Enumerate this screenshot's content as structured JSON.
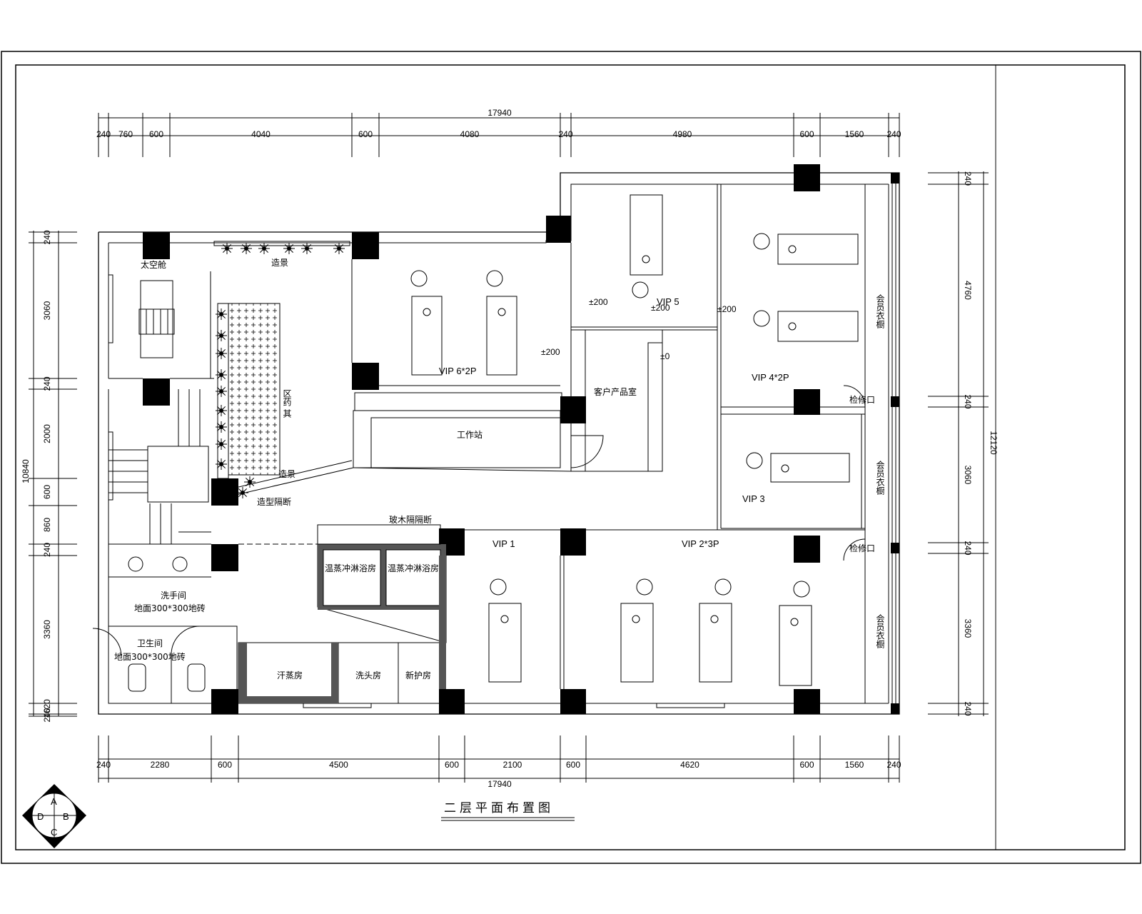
{
  "dims": {
    "top": [
      "240",
      "760",
      "600",
      "4040",
      "600",
      "4080",
      "240",
      "4980",
      "600",
      "1560",
      "240"
    ],
    "top_total": "17940",
    "bottom": [
      "240",
      "2280",
      "600",
      "4500",
      "600",
      "2100",
      "600",
      "4620",
      "600",
      "1560",
      "240"
    ],
    "bottom_total": "17940",
    "left": [
      "240",
      "3060",
      "240",
      "2000",
      "600",
      "860",
      "240",
      "3360",
      "1620",
      "240"
    ],
    "left_total": "10840",
    "right": [
      "240",
      "4760",
      "240",
      "3060",
      "240",
      "3360",
      "240"
    ],
    "right_total": "12120"
  },
  "rooms": {
    "space_cabin": "太空舱",
    "vip6": "VIP 6*2P",
    "vip5": "VIP 5",
    "vip4": "VIP 4*2P",
    "vip3": "VIP 3",
    "vip2": "VIP 2*3P",
    "vip1": "VIP 1",
    "product_shelf": "区药 其",
    "customer_room": "客户产品室",
    "work_room": "工作站",
    "handwash": "洗手间",
    "handwash_note": "地面300*300地砖",
    "toilet": "卫生间",
    "toilet_note": "地面300*300地砖",
    "shower_a": "温蒸冲淋浴房",
    "shower_b": "温蒸冲淋浴房",
    "steam_room": "汗蒸房",
    "hair_room": "洗头房",
    "care_room": "新护房",
    "partition": "造型隔断",
    "glass_partition": "玻木隔隔断",
    "plant_a": "造景",
    "plant_b": "造景",
    "elev_a": "±200",
    "elev_b": "±200",
    "elev_c": "±200",
    "elev_d": "±200",
    "elev_e": "±0",
    "wardrobe_a": "会员衣橱",
    "wardrobe_b": "会员衣橱",
    "wardrobe_c": "会员衣橱",
    "repair_a": "检修口",
    "repair_b": "检修口"
  },
  "title": "二层平面布置图",
  "north": {
    "a": "A",
    "b": "B",
    "c": "C",
    "d": "D"
  }
}
